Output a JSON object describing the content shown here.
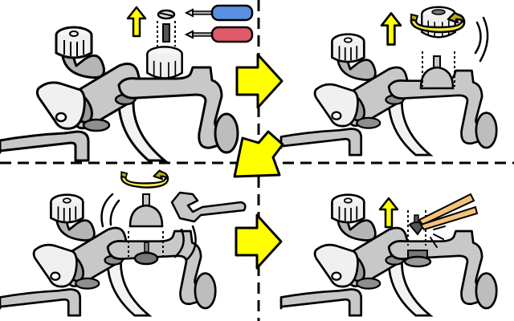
{
  "illustration": {
    "subject": "faucet-repair-steps",
    "steps": [
      {
        "step": 1,
        "action": "remove-screw-and-handle",
        "tools": [
          "screwdriver-flat",
          "screwdriver-phillips"
        ]
      },
      {
        "step": 2,
        "action": "twist-off-handle-cap"
      },
      {
        "step": 3,
        "action": "unscrew-spindle-with-wrench"
      },
      {
        "step": 4,
        "action": "remove-washer-with-tweezers"
      }
    ]
  },
  "colors": {
    "outline": "#000000",
    "metal": "#c8c8c8",
    "metal_dark": "#9a9a9a",
    "metal_light": "#e6e6e6",
    "handle": "#f0f0f0",
    "arrow": "#ffff00",
    "rotate_arrow": "#f2e84a",
    "rotate_arrow_dark": "#b5ac1c",
    "screwdriver_blue": "#5b8fe0",
    "screwdriver_red": "#e05a6a",
    "tweezers": "#f3c27a",
    "divider": "#000000"
  }
}
